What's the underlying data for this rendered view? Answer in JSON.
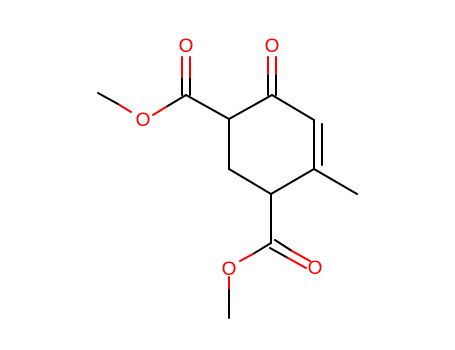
{
  "colors": {
    "bond": "#000000",
    "oxygen": "#ff0000",
    "background": "#ffffff"
  },
  "atoms": {
    "o_ketone": "O",
    "o_ester1_carbonyl": "O",
    "o_ester1_ether": "O",
    "o_ester2_carbonyl": "O",
    "o_ester2_ether": "O"
  }
}
